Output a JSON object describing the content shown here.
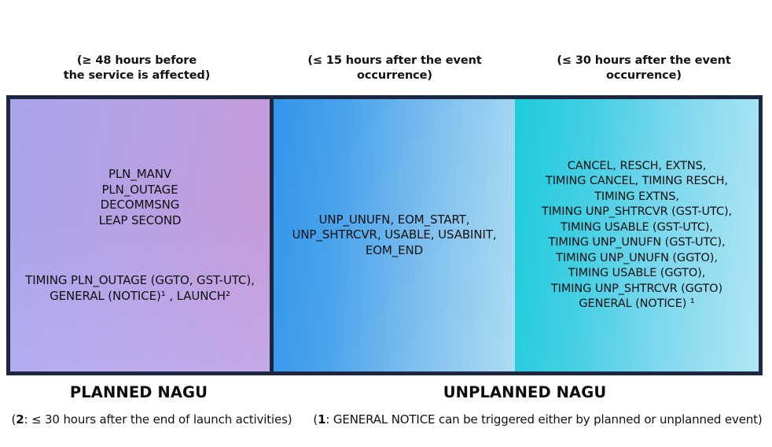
{
  "diagram": {
    "columns": [
      {
        "id": "planned",
        "timing_header": "(≥ 48 hours before\nthe service is affected)",
        "events_primary": "PLN_MANV\nPLN_OUTAGE\nDECOMMSNG\nLEAP SECOND",
        "events_secondary": "TIMING PLN_OUTAGE (GGTO, GST-UTC), GENERAL (NOTICE)¹ , LAUNCH²",
        "fill_from": "#a9a3ea",
        "fill_to": "#c99ad7"
      },
      {
        "id": "unplanned-15h",
        "timing_header": "(≤ 15 hours after the event\noccurrence)",
        "events_primary": "UNP_UNUFN, EOM_START,\nUNP_SHTRCVR, USABLE, USABINIT,\nEOM_END",
        "fill_from": "#3295ec",
        "fill_to": "#aedcf2"
      },
      {
        "id": "unplanned-30h",
        "timing_header": "(≤ 30 hours after the event\noccurrence)",
        "events_primary": "CANCEL, RESCH, EXTNS,\nTIMING CANCEL, TIMING RESCH,\nTIMING EXTNS,\nTIMING UNP_SHTRCVR (GST-UTC),\nTIMING USABLE (GST-UTC),\nTIMING UNP_UNUFN (GST-UTC),\nTIMING UNP_UNUFN (GGTO),\nTIMING USABLE (GGTO),\nTIMING UNP_SHTRCVR (GGTO)\nGENERAL (NOTICE) ¹",
        "fill_from": "#1ecbdd",
        "fill_to": "#b2e6f4"
      }
    ],
    "category_labels": {
      "planned": "PLANNED NAGU",
      "unplanned": "UNPLANNED NAGU"
    },
    "footnotes": {
      "planned_marker": "2",
      "planned_text": ": ≤ 30 hours after the end of launch activities)",
      "planned_open": "(",
      "unplanned_marker": "1",
      "unplanned_text": ": GENERAL NOTICE can be triggered either by planned or unplanned event)",
      "unplanned_open": "("
    },
    "border_color": "#1c2742"
  }
}
